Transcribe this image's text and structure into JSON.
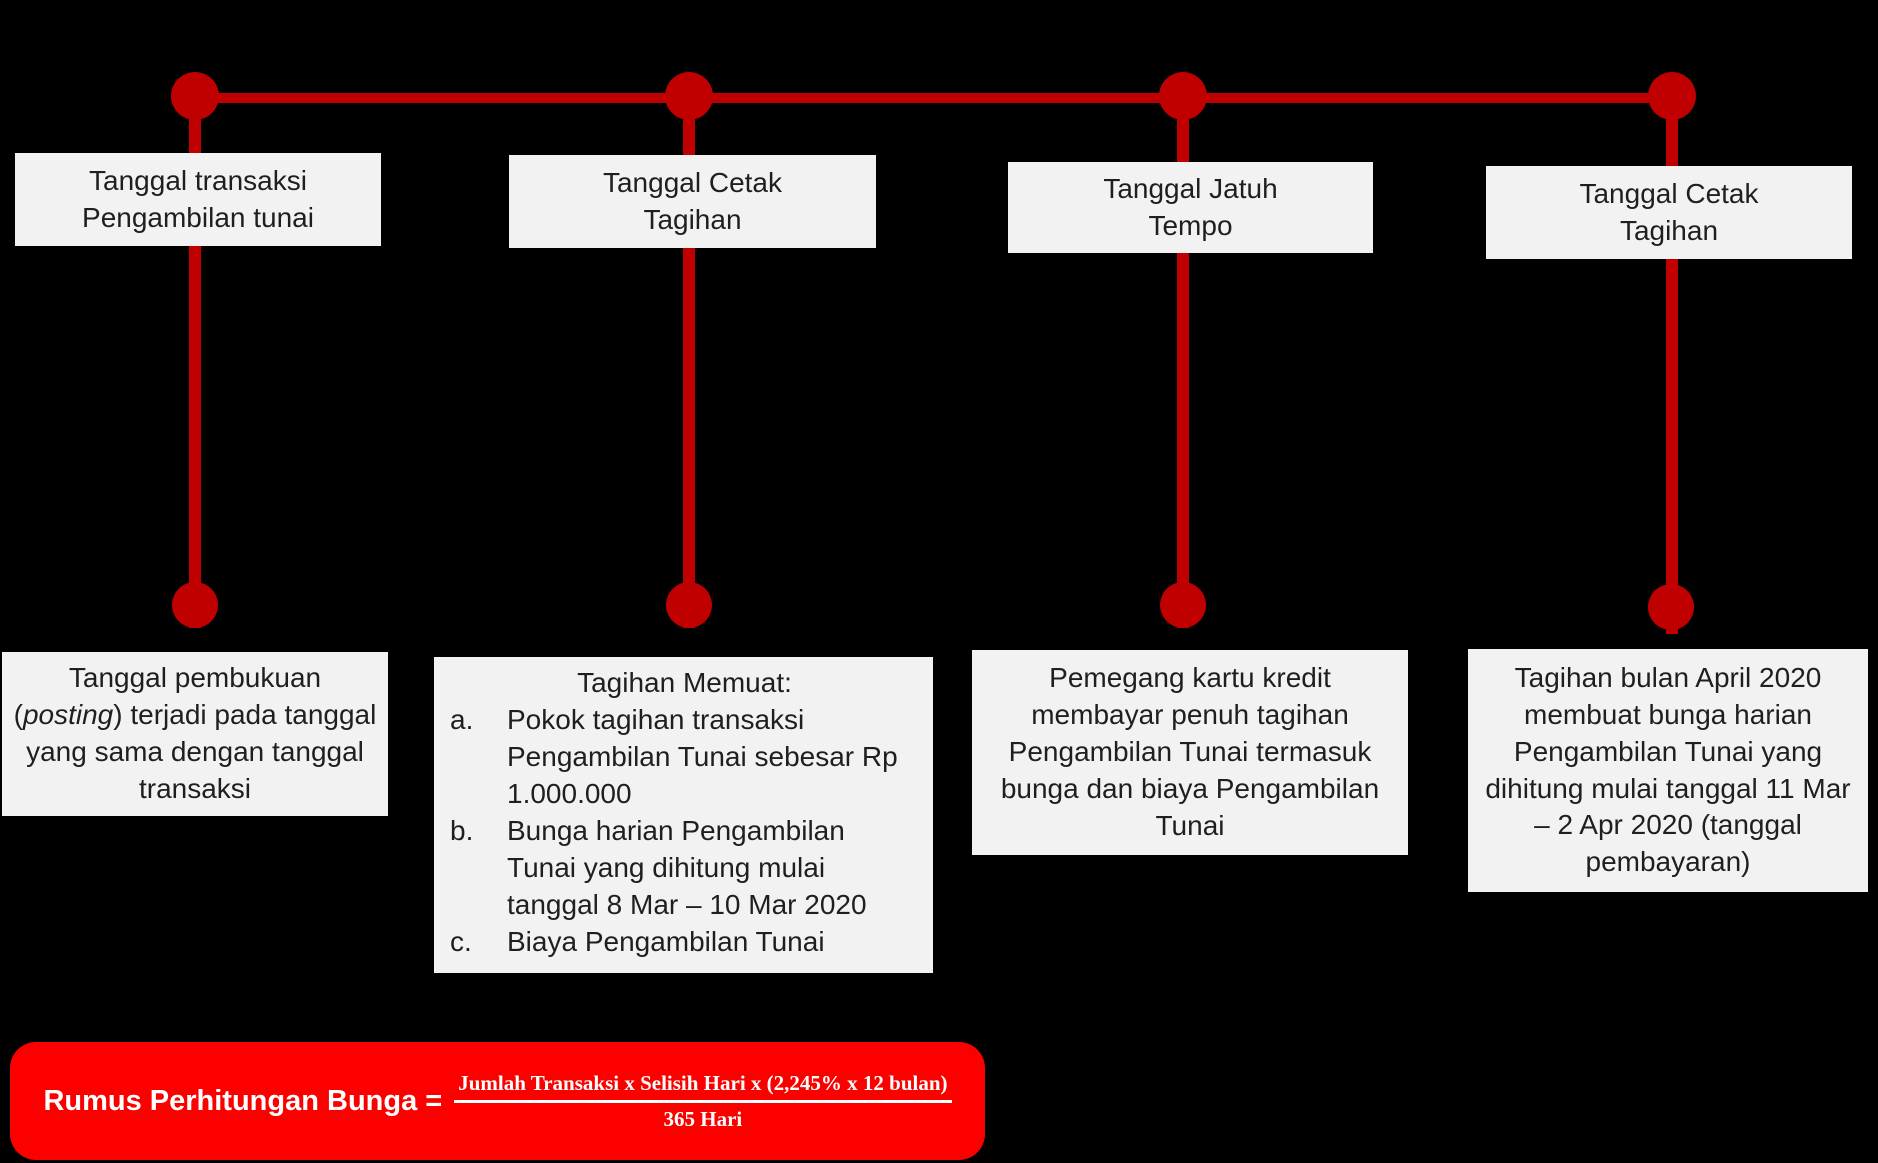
{
  "theme": {
    "background": "#000000",
    "timeline_red": "#c00000",
    "formula_red": "#fc0000",
    "box_bg": "#f2f2f2",
    "box_text": "#1f1f1f",
    "formula_text": "#ffffff"
  },
  "timeline": {
    "events": [
      {
        "title": "Tanggal transaksi\nPengambilan tunai",
        "desc_prefix": "Tanggal pembukuan (",
        "desc_italic": "posting",
        "desc_suffix": ") terjadi pada tanggal yang sama dengan tanggal transaksi"
      },
      {
        "title": "Tanggal Cetak\nTagihan",
        "list_title": "Tagihan Memuat:",
        "items": [
          {
            "marker": "a.",
            "text": "Pokok tagihan transaksi Pengambilan Tunai sebesar Rp 1.000.000"
          },
          {
            "marker": "b.",
            "text": "Bunga harian Pengambilan Tunai yang dihitung mulai tanggal 8 Mar – 10 Mar 2020"
          },
          {
            "marker": "c.",
            "text": "Biaya Pengambilan Tunai"
          }
        ]
      },
      {
        "title": "Tanggal Jatuh\nTempo",
        "description": "Pemegang kartu kredit membayar penuh tagihan Pengambilan Tunai termasuk bunga dan biaya Pengambilan Tunai"
      },
      {
        "title": "Tanggal Cetak\nTagihan",
        "description": "Tagihan bulan April 2020 membuat bunga harian Pengambilan Tunai yang dihitung mulai tanggal 11 Mar – 2 Apr 2020 (tanggal pembayaran)"
      }
    ]
  },
  "formula": {
    "label": "Rumus Perhitungan Bunga =",
    "numerator": "Jumlah Transaksi x Selisih Hari x (2,245% x 12 bulan)",
    "denominator": "365 Hari"
  }
}
